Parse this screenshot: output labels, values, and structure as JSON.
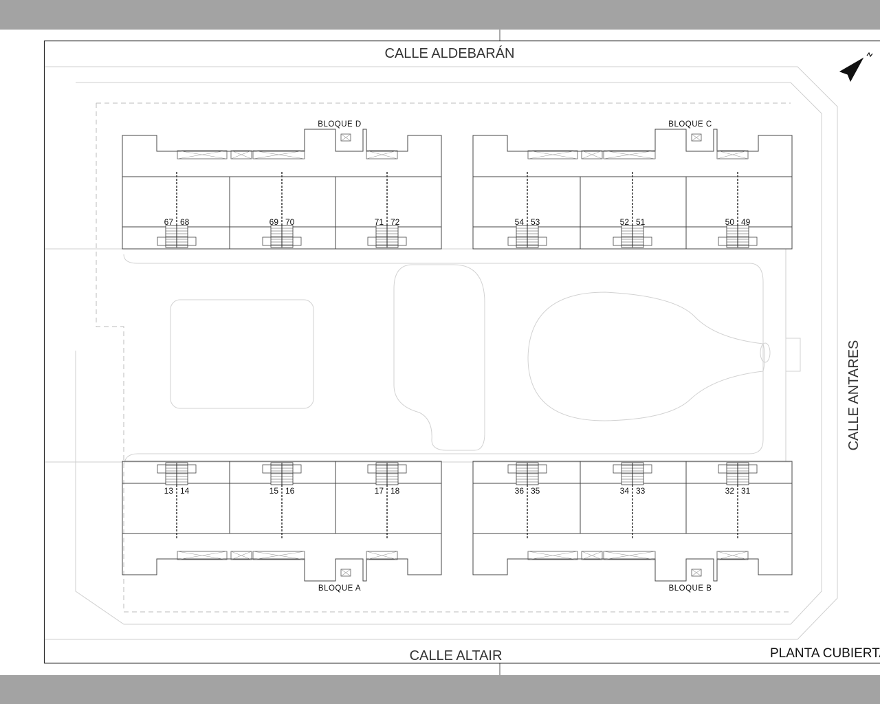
{
  "viewer": {
    "top_bar_color": "#a3a3a3",
    "bottom_bar_color": "#a3a3a3"
  },
  "plan": {
    "title": "PLANTA CUBIERTA",
    "north_icon": "north-arrow-icon",
    "streets": {
      "north": "CALLE ALDEBARÁN",
      "south": "CALLE ALTAIR",
      "east": "CALLE ANTARES"
    },
    "blocks": [
      {
        "id": "D",
        "label": "BLOQUE D",
        "position": "top-left",
        "units": [
          [
            "67",
            "68"
          ],
          [
            "69",
            "70"
          ],
          [
            "71",
            "72"
          ]
        ]
      },
      {
        "id": "C",
        "label": "BLOQUE C",
        "position": "top-right",
        "units": [
          [
            "54",
            "53"
          ],
          [
            "52",
            "51"
          ],
          [
            "50",
            "49"
          ]
        ]
      },
      {
        "id": "A",
        "label": "BLOQUE A",
        "position": "bottom-left",
        "units": [
          [
            "13",
            "14"
          ],
          [
            "15",
            "16"
          ],
          [
            "17",
            "18"
          ]
        ]
      },
      {
        "id": "B",
        "label": "BLOQUE B",
        "position": "bottom-right",
        "units": [
          [
            "36",
            "35"
          ],
          [
            "34",
            "33"
          ],
          [
            "32",
            "31"
          ]
        ]
      }
    ]
  }
}
